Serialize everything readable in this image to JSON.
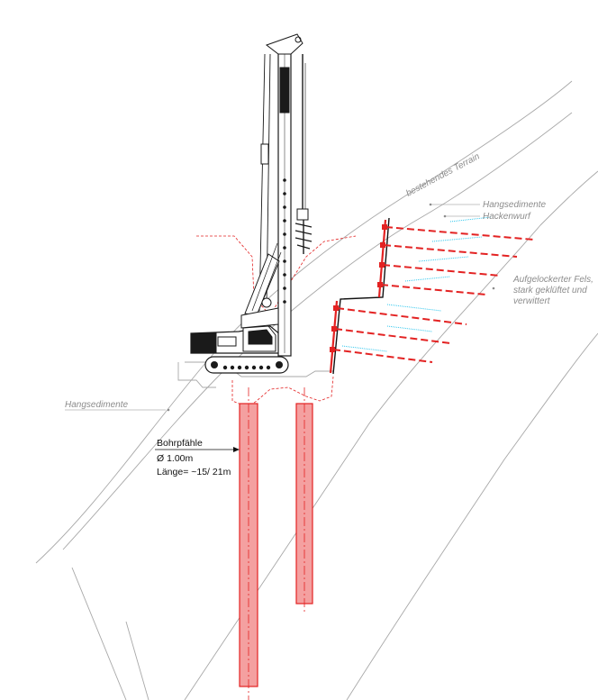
{
  "labels": {
    "terrain": "bestehendes Terrain",
    "hangsedimente_upper": "Hangsedimente",
    "hackenwurf": "Hackenwurf",
    "rock_line1": "Aufgelockerter Fels,",
    "rock_line2": "stark geklüftet und",
    "rock_line3": "verwittert",
    "hangsedimente_lower": "Hangsedimente",
    "piles_title": "Bohrpfähle",
    "piles_diameter": "Ø 1.00m",
    "piles_length": "Länge= ~15/ 21m"
  },
  "colors": {
    "pile_fill": "#f4a0a0",
    "pile_stroke": "#e32222",
    "anchor": "#e32222",
    "anchor_tag": "#35c8ee",
    "line": "#a8a8a8",
    "rig": "#1a1a1a",
    "label": "#8c8c8c"
  },
  "icons": {
    "rig": "drilling-rig-icon"
  }
}
